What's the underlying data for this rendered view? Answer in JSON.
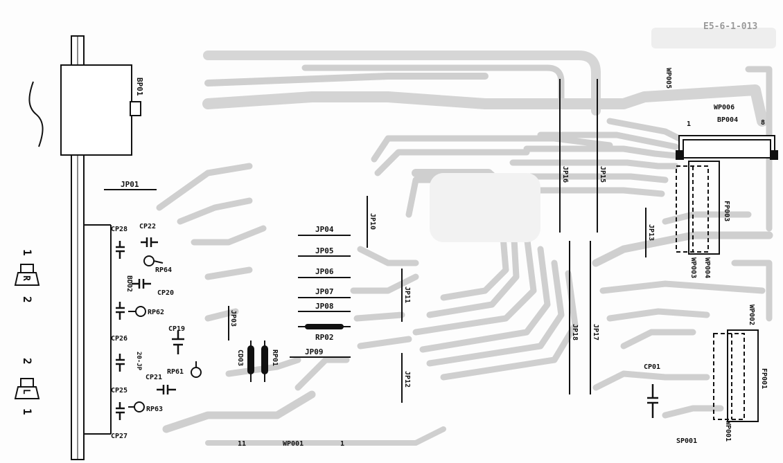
{
  "header": {
    "code": "E5-6-1-013"
  },
  "speakers": {
    "right": {
      "top_num": "1",
      "letter": "R",
      "bottom_num": "2"
    },
    "left": {
      "top_num": "2",
      "letter": "L",
      "bottom_num": "1"
    }
  },
  "labels": {
    "bp01": "BP01",
    "jp01": "JP01",
    "cp28": "CP28",
    "cp22": "CP22",
    "rp64": "RP64",
    "bd02": "BD02",
    "cp20": "CP20",
    "rp62": "RP62",
    "cp19": "CP19",
    "cp26": "CP26",
    "r20": "20-JP",
    "cp21": "CP21",
    "rp61": "RP61",
    "cp25": "CP25",
    "rp63": "RP63",
    "cp27": "CP27",
    "jp03": "JP03",
    "cd03": "CD03",
    "rp01": "RP01",
    "jp04": "JP04",
    "jp05": "JP05",
    "jp06": "JP06",
    "jp07": "JP07",
    "jp08": "JP08",
    "rp02": "RP02",
    "jp09": "JP09",
    "jp10": "JP10",
    "jp11": "JP11",
    "jp12": "JP12",
    "jp16": "JP16",
    "jp15": "JP15",
    "jp18": "JP18",
    "jp17": "JP17",
    "jp13": "JP13",
    "wp005": "WP005",
    "wp006": "WP006",
    "bp004": "BP004",
    "bp004_pin1": "1",
    "bp004_pin8": "8",
    "fp003": "FP003",
    "wp003": "WP003",
    "wp004": "WP004",
    "wp002": "WP002",
    "fp001": "FP001",
    "cp01": "CP01",
    "sp001": "SP001",
    "wp001": "WP001",
    "wp001_pin11": "11",
    "wp001_pin1": "1"
  },
  "colors": {
    "ink": "#111111",
    "trace": "#c9c9c9",
    "trace_light": "#e2e2e2"
  }
}
